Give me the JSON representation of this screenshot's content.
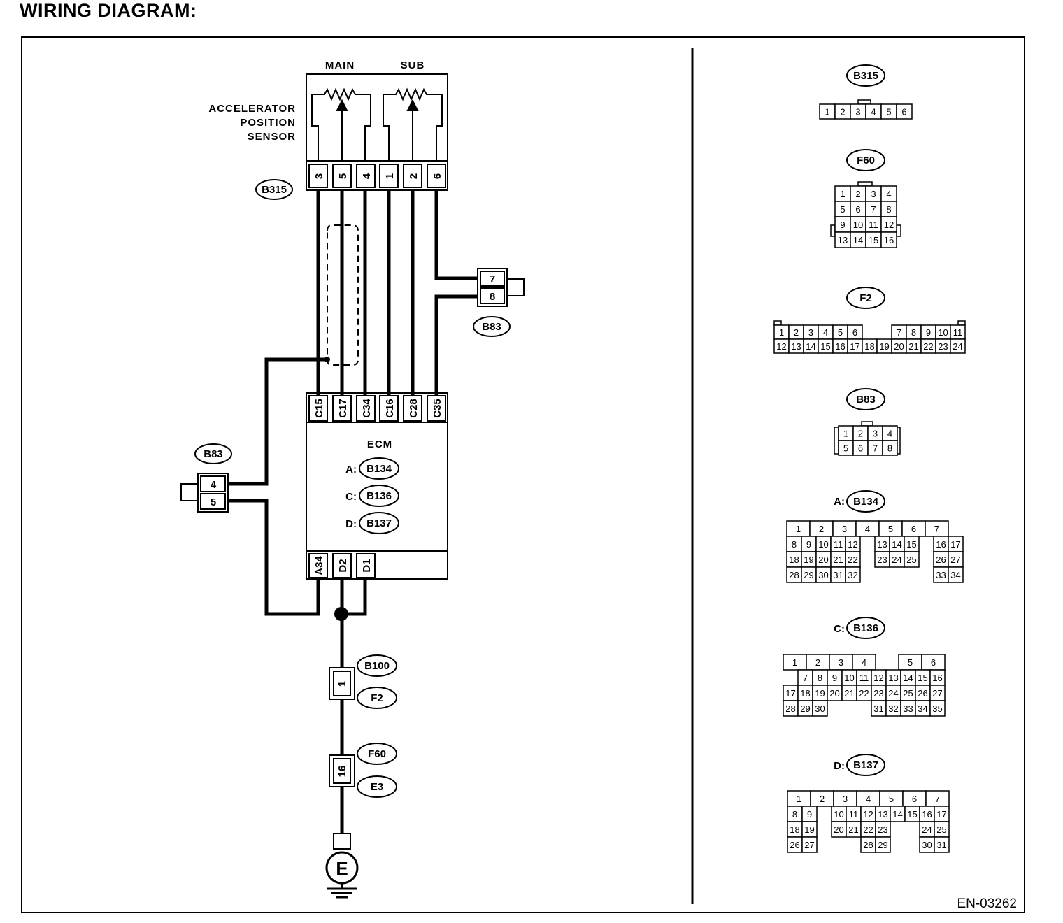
{
  "title": "WIRING DIAGRAM:",
  "figure_code": "EN-03262",
  "sensor": {
    "label_lines": [
      "ACCELERATOR",
      "POSITION",
      "SENSOR"
    ],
    "main_label": "MAIN",
    "sub_label": "SUB",
    "connector": "B315",
    "pins": [
      "3",
      "5",
      "4",
      "1",
      "2",
      "6"
    ]
  },
  "ecm": {
    "label": "ECM",
    "connectors": [
      {
        "prefix": "A:",
        "name": "B134"
      },
      {
        "prefix": "C:",
        "name": "B136"
      },
      {
        "prefix": "D:",
        "name": "B137"
      }
    ],
    "top_pins": [
      "C15",
      "C17",
      "C34",
      "C16",
      "C28",
      "C35"
    ],
    "bottom_pins": [
      "A34",
      "D2",
      "D1"
    ]
  },
  "b83_right": {
    "name": "B83",
    "pins": [
      "7",
      "8"
    ]
  },
  "b83_left": {
    "name": "B83",
    "pins": [
      "4",
      "5"
    ]
  },
  "ground_path": {
    "joint_1": {
      "pin": "1",
      "connectors": [
        "B100",
        "F2"
      ]
    },
    "joint_2": {
      "pin": "16",
      "connectors": [
        "F60",
        "E3"
      ]
    },
    "ground_label": "E"
  },
  "connector_views": {
    "b315": {
      "name": "B315",
      "cells": [
        "1",
        "2",
        "3",
        "4",
        "5",
        "6"
      ]
    },
    "f60": {
      "name": "F60",
      "cells": [
        "1",
        "2",
        "3",
        "4",
        "5",
        "6",
        "7",
        "8",
        "9",
        "10",
        "11",
        "12",
        "13",
        "14",
        "15",
        "16"
      ]
    },
    "f2": {
      "name": "F2",
      "row1": [
        "1",
        "2",
        "3",
        "4",
        "5",
        "6",
        "",
        "",
        "7",
        "8",
        "9",
        "10",
        "11"
      ],
      "row2": [
        "12",
        "13",
        "14",
        "15",
        "16",
        "17",
        "18",
        "19",
        "20",
        "21",
        "22",
        "23",
        "24"
      ]
    },
    "b83": {
      "name": "B83",
      "cells": [
        "1",
        "2",
        "3",
        "4",
        "5",
        "6",
        "7",
        "8"
      ]
    },
    "b134": {
      "prefix": "A:",
      "name": "B134",
      "rows": [
        [
          "1",
          "2",
          "3",
          "4",
          "5",
          "6",
          "7"
        ],
        [
          "8",
          "9",
          "10",
          "11",
          "12",
          "",
          "13",
          "14",
          "15",
          "",
          "16",
          "17"
        ],
        [
          "18",
          "19",
          "20",
          "21",
          "22",
          "",
          "23",
          "24",
          "25",
          "",
          "26",
          "27"
        ],
        [
          "28",
          "29",
          "30",
          "31",
          "32",
          "",
          "",
          "",
          "",
          "",
          "33",
          "34"
        ]
      ]
    },
    "b136": {
      "prefix": "C:",
      "name": "B136",
      "rows": [
        [
          "1",
          "2",
          "3",
          "4",
          "",
          "5",
          "6"
        ],
        [
          "",
          "7",
          "8",
          "9",
          "10",
          "11",
          "12",
          "13",
          "14",
          "15",
          "16"
        ],
        [
          "17",
          "18",
          "19",
          "20",
          "21",
          "22",
          "23",
          "24",
          "25",
          "26",
          "27"
        ],
        [
          "28",
          "29",
          "30",
          "",
          "",
          "",
          "31",
          "32",
          "33",
          "34",
          "35"
        ]
      ]
    },
    "b137": {
      "prefix": "D:",
      "name": "B137",
      "rows": [
        [
          "1",
          "2",
          "3",
          "4",
          "5",
          "6",
          "7"
        ],
        [
          "8",
          "9",
          "",
          "10",
          "11",
          "12",
          "13",
          "14",
          "15",
          "16",
          "17"
        ],
        [
          "18",
          "19",
          "",
          "20",
          "21",
          "22",
          "23",
          "",
          "",
          "24",
          "25"
        ],
        [
          "26",
          "27",
          "",
          "",
          "",
          "28",
          "29",
          "",
          "",
          "30",
          "31"
        ]
      ]
    }
  }
}
